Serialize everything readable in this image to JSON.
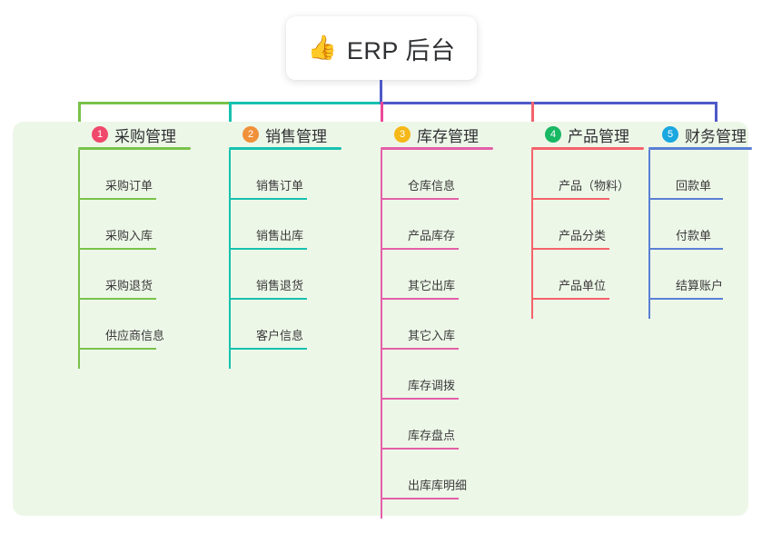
{
  "root": {
    "icon": "thumbs-up-icon",
    "emoji": "👍",
    "title": "ERP 后台"
  },
  "colors": {
    "panel_bg": "#edf7e8",
    "connector_green": "#79c24a",
    "connector_teal": "#16c1ae",
    "connector_indigo": "#4f59c8",
    "connector_pink": "#ec4899",
    "connector_red": "#f4626b",
    "text": "#3a3a3a",
    "title_text": "#2f3033"
  },
  "columns": [
    {
      "number": "1",
      "title": "采购管理",
      "badge_color": "#f0486b",
      "line_color": "#79c24a",
      "rule_width": 124,
      "leaf_rule_width": 84,
      "spine_height": 241,
      "items": [
        "采购订单",
        "采购入库",
        "采购退货",
        "供应商信息"
      ]
    },
    {
      "number": "2",
      "title": "销售管理",
      "badge_color": "#f0913a",
      "line_color": "#16c1ae",
      "rule_width": 124,
      "leaf_rule_width": 84,
      "spine_height": 241,
      "items": [
        "销售订单",
        "销售出库",
        "销售退货",
        "客户信息"
      ]
    },
    {
      "number": "3",
      "title": "库存管理",
      "badge_color": "#f5b818",
      "line_color": "#e35fa8",
      "rule_width": 124,
      "leaf_rule_width": 84,
      "spine_height": 406,
      "items": [
        "仓库信息",
        "产品库存",
        "其它出库",
        "其它入库",
        "库存调拨",
        "库存盘点",
        "出库库明细"
      ]
    },
    {
      "number": "4",
      "title": "产品管理",
      "badge_color": "#19b864",
      "line_color": "#f4626b",
      "rule_width": 124,
      "leaf_rule_width": 84,
      "spine_height": 186,
      "items": [
        "产品（物料）",
        "产品分类",
        "产品单位"
      ]
    },
    {
      "number": "5",
      "title": "财务管理",
      "badge_color": "#19a7e0",
      "line_color": "#5a7fd4",
      "rule_width": 114,
      "leaf_rule_width": 80,
      "spine_height": 186,
      "items": [
        "回款单",
        "付款单",
        "结算账户"
      ]
    }
  ]
}
